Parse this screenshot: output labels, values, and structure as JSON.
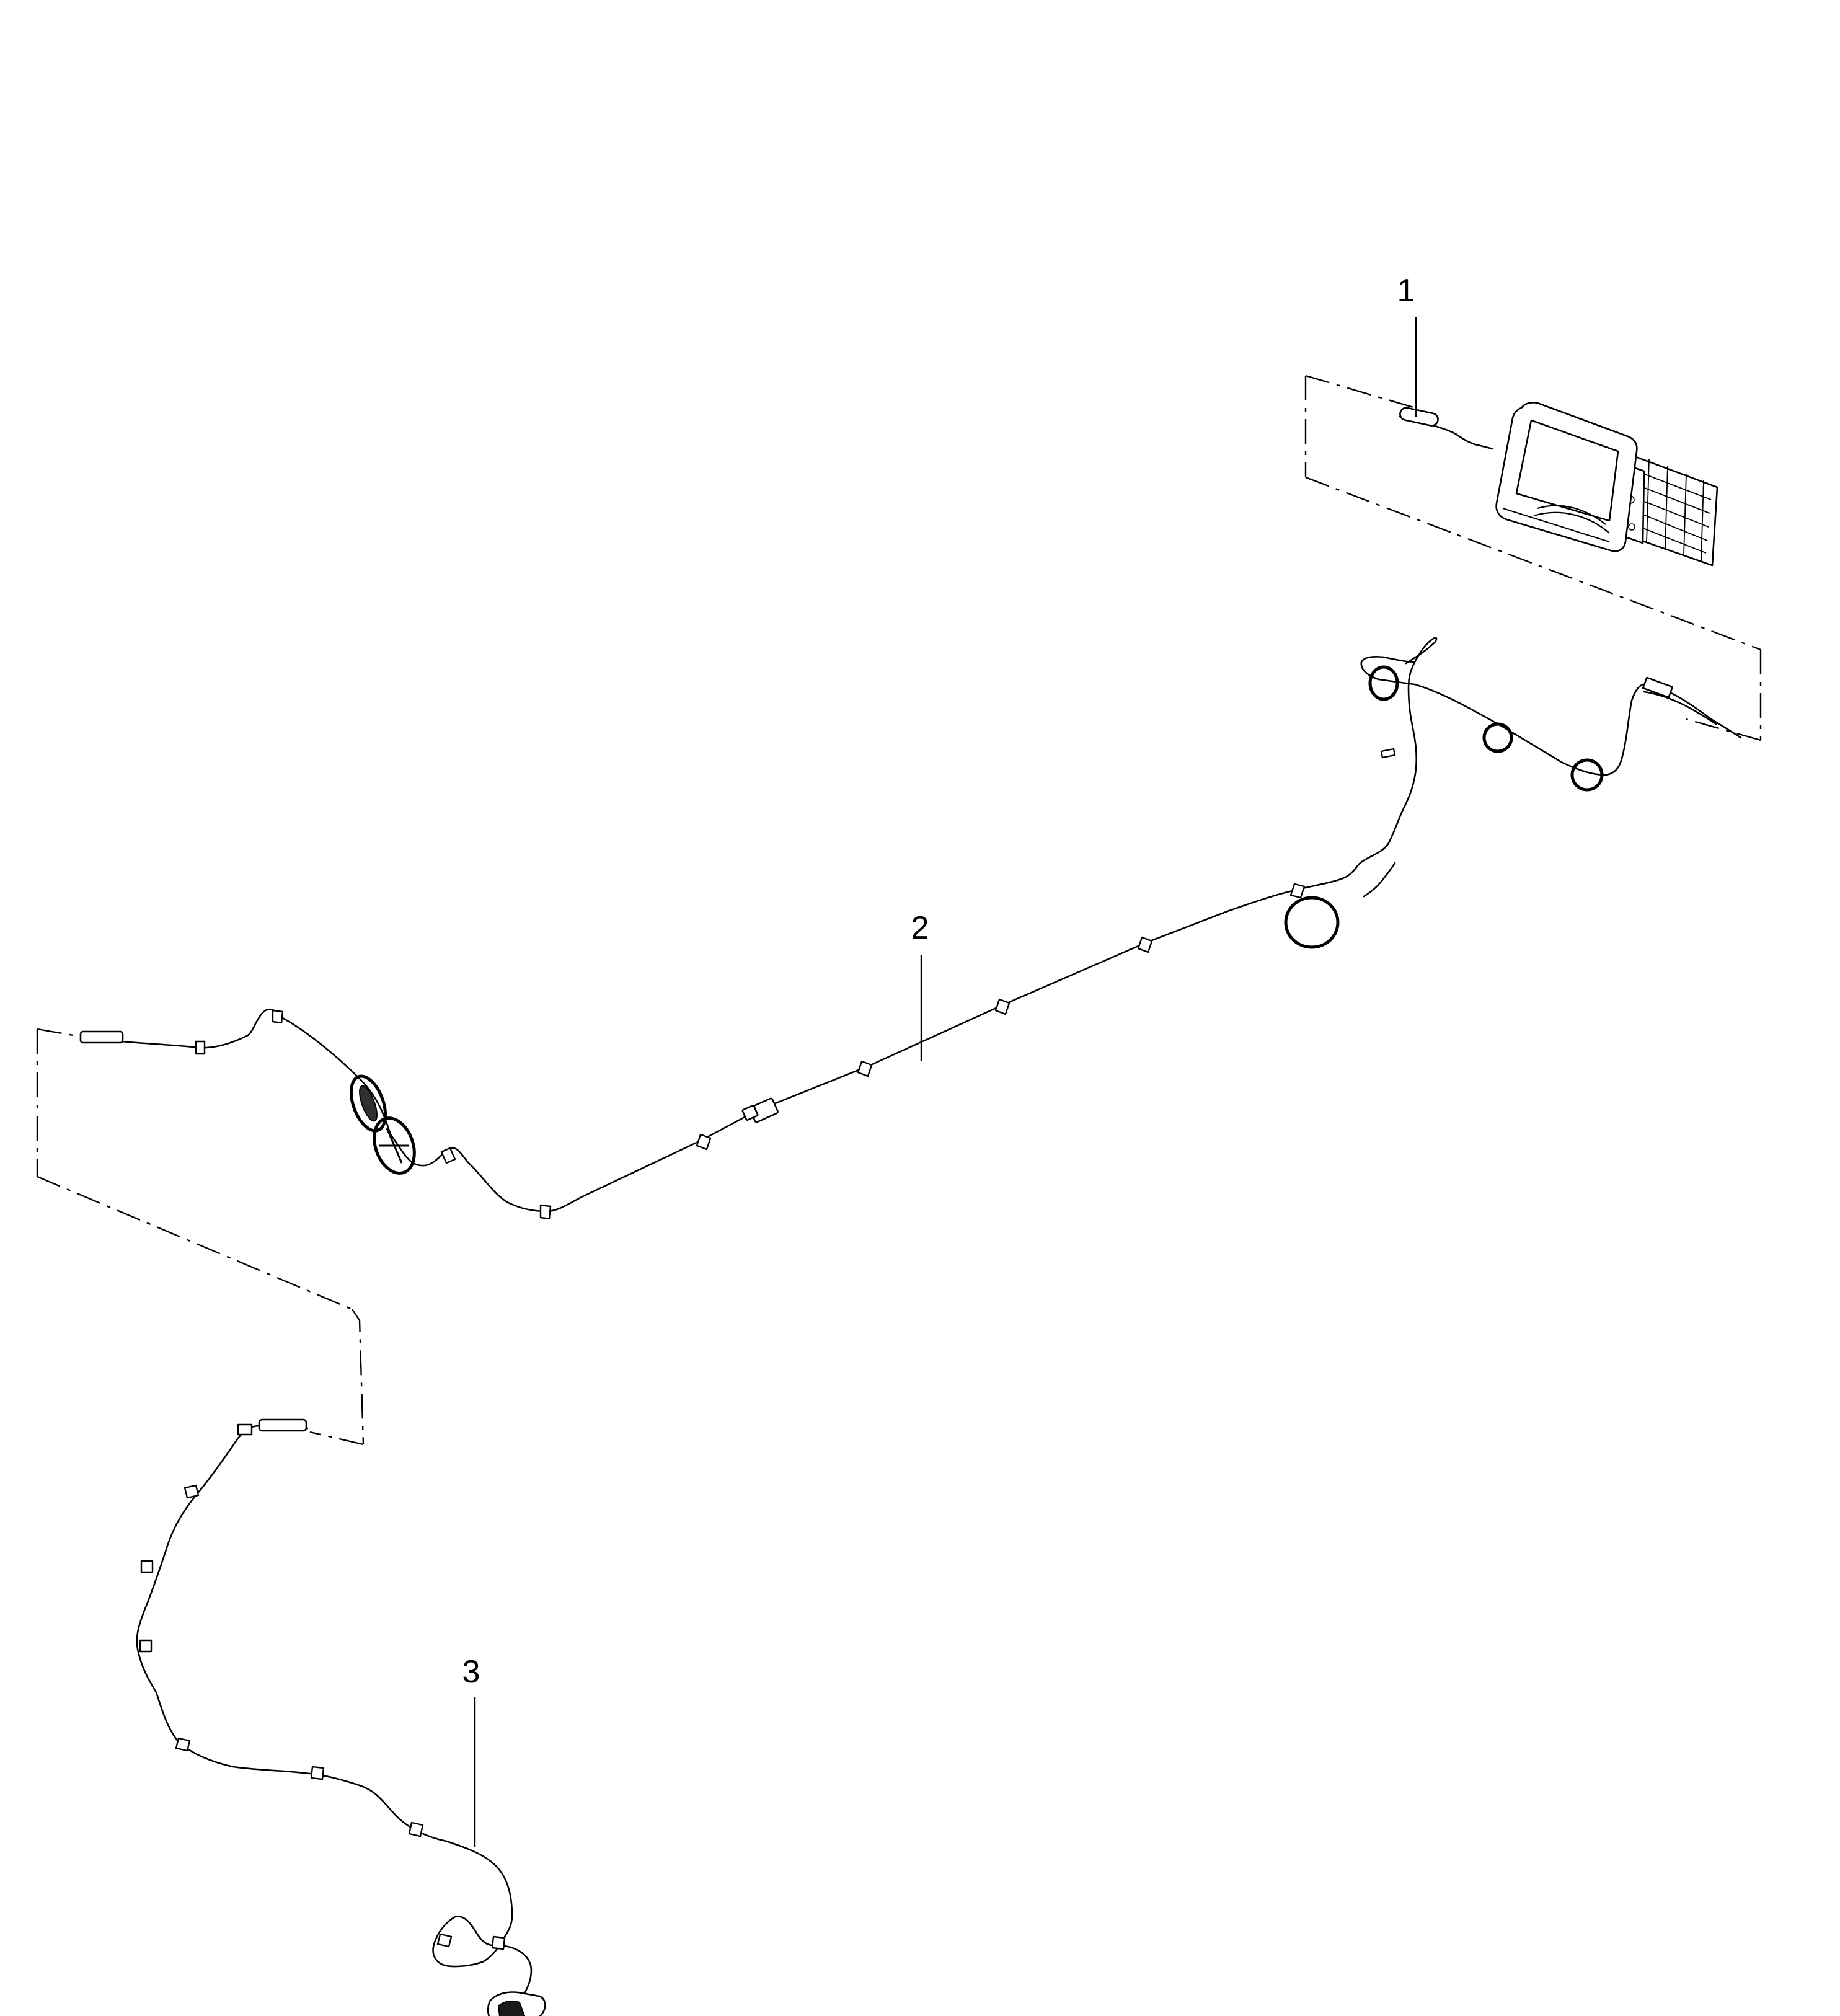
{
  "diagram": {
    "callouts": [
      {
        "label": "1"
      },
      {
        "label": "2"
      },
      {
        "label": "3"
      }
    ],
    "parts": {
      "display_unit": {
        "icon": "infotainment-display-unit"
      },
      "main_harness": {
        "icon": "wiring-harness"
      },
      "camera_harness": {
        "icon": "camera-harness"
      }
    }
  }
}
